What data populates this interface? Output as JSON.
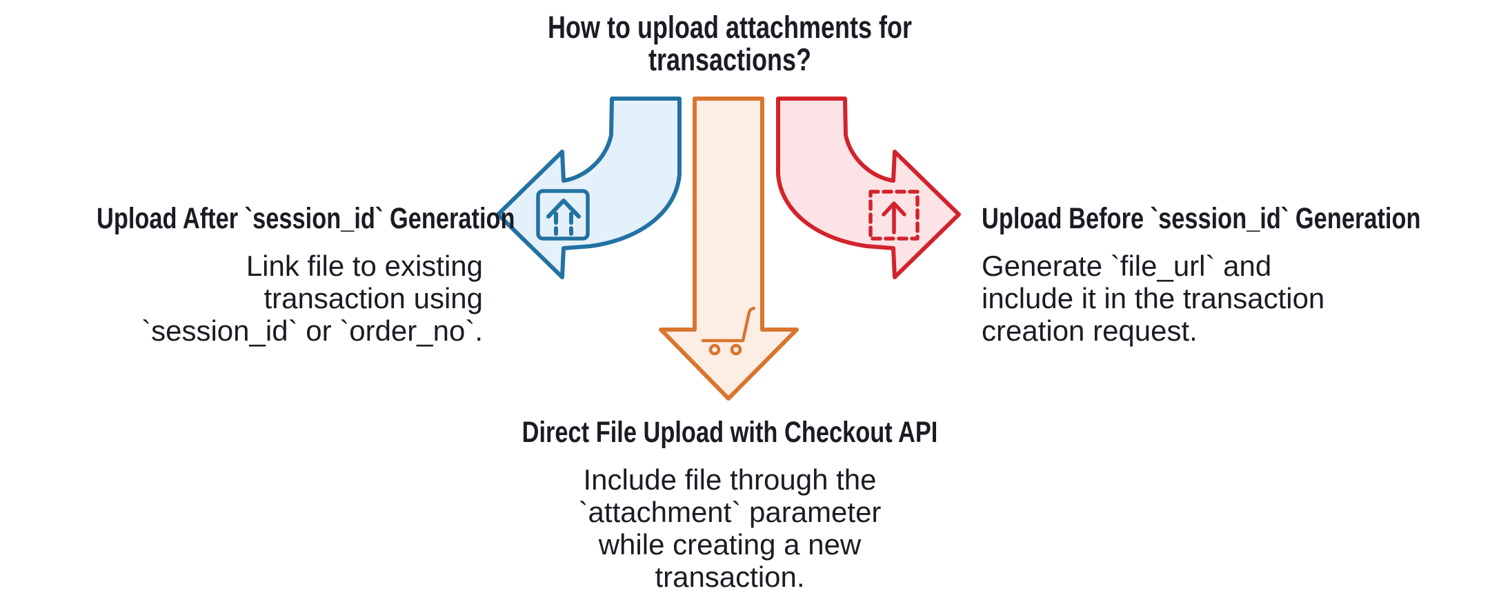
{
  "colors": {
    "background": "#ffffff",
    "text": "#1b1b24",
    "blue_stroke": "#2272a2",
    "blue_fill": "#e5f1fa",
    "orange_stroke": "#d9752f",
    "orange_fill": "#fdeee4",
    "red_stroke": "#d2232c",
    "red_fill": "#fce4e6"
  },
  "title": "How to upload attachments for\ntransactions?",
  "branches": {
    "left": {
      "heading": "Upload After `session_id` Generation",
      "body": "Link file to existing\ntransaction using\n`session_id` or `order_no`.",
      "icon": "upload-box-icon",
      "arrow_direction": "left",
      "accent": "blue"
    },
    "center": {
      "heading": "Direct File Upload with Checkout API",
      "body": "Include file through the\n`attachment` parameter\nwhile creating a new\ntransaction.",
      "icon": "shopping-cart-icon",
      "arrow_direction": "down",
      "accent": "orange"
    },
    "right": {
      "heading": "Upload Before `session_id` Generation",
      "body": "Generate `file_url` and\ninclude it in the transaction\ncreation request.",
      "icon": "upload-dashed-icon",
      "arrow_direction": "right",
      "accent": "red"
    }
  }
}
